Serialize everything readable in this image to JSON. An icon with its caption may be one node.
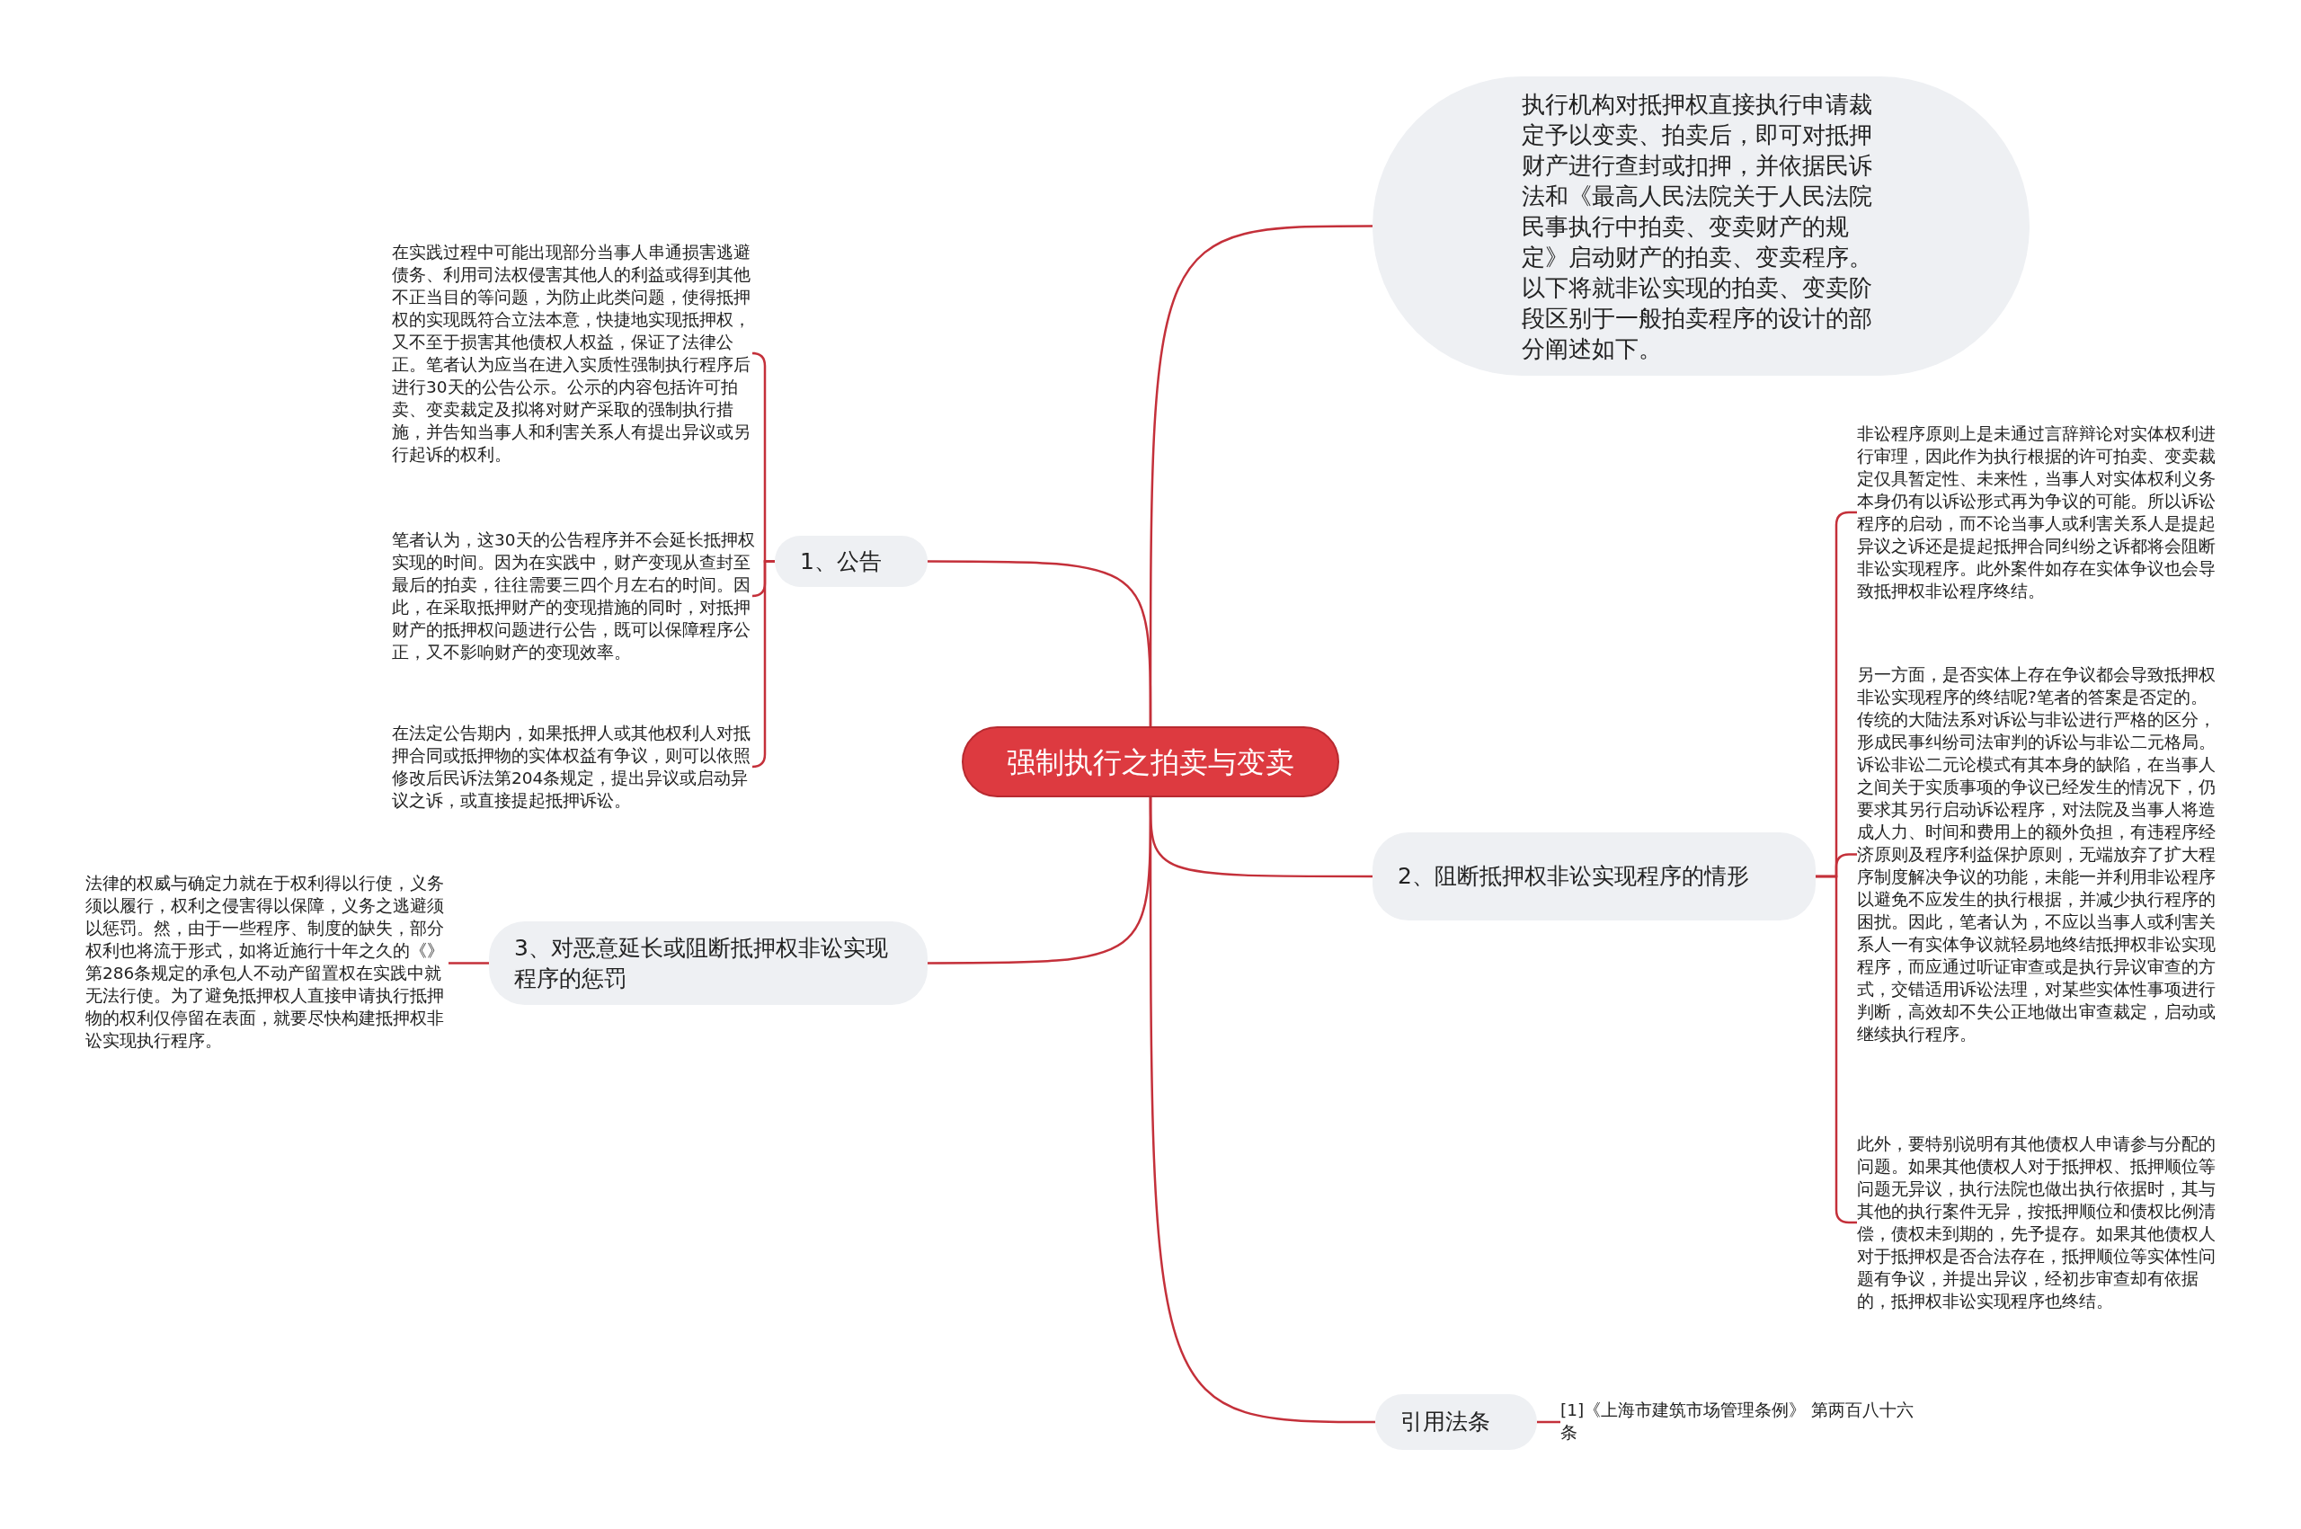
{
  "diagram": {
    "nodes": [
      {
        "text": [
          "强制执行之拍卖与变卖"
        ]
      },
      {
        "text": [
          "执行机构对抵押权直接执行申请裁定予以变卖、拍卖后，即可对抵押财产进行查封或扣押，并依据民诉法和《最高人民法院关于人民法院民事执行中拍卖、变卖财产的规定》启动财产的拍卖、变卖程序。以下将就非讼实现的拍卖、变卖阶段区别于一般拍卖程序的设计的部分阐述如下。"
        ]
      },
      {
        "text": [
          "1、公告"
        ]
      },
      {
        "text": [
          "在实践过程中可能出现部分当事人串通损害逃避债务、利用司法权侵害其他人的利益或得到其他不正当目的等问题，为防止此类问题，使得抵押权的实现既符合立法本意，快捷地实现抵押权，又不至于损害其他债权人权益，保证了法律公正。笔者认为应当在进入实质性强制执行程序后进行30天的公告公示。公示的内容包括许可拍卖、变卖裁定及拟将对财产采取的强制执行措施，并告知当事人和利害关系人有提出异议或另行起诉的权利。"
        ]
      },
      {
        "text": [
          "笔者认为，这30天的公告程序并不会延长抵押权实现的时间。因为在实践中，财产变现从查封至最后的拍卖，往往需要三四个月左右的时间。因此，在采取抵押财产的变现措施的同时，对抵押财产的抵押权问题进行公告，既可以保障程序公正，又不影响财产的变现效率。"
        ]
      },
      {
        "text": [
          "在法定公告期内，如果抵押人或其他权利人对抵押合同或抵押物的实体权益有争议，则可以依照修改后民诉法第204条规定，提出异议或启动异议之诉，或直接提起抵押诉讼。"
        ]
      },
      {
        "text": [
          "3、对恶意延长或阻断抵押权非讼实现程序的惩罚"
        ]
      },
      {
        "text": [
          "法律的权威与确定力就在于权利得以行使，义务须以履行，权利之侵害得以保障，义务之逃避须以惩罚。然，由于一些程序、制度的缺失，部分权利也将流于形式，如将近施行十年之久的《》第286条规定的承包人不动产留置权在实践中就无法行使。为了避免抵押权人直接申请执行抵押物的权利仅停留在表面，就要尽快构建抵押权非讼实现执行程序。"
        ]
      },
      {
        "text": [
          "2、阻断抵押权非讼实现程序的情形"
        ]
      },
      {
        "text": [
          "非讼程序原则上是未通过言辞辩论对实体权利进行审理，因此作为执行根据的许可拍卖、变卖裁定仅具暂定性、未来性，当事人对实体权利义务本身仍有以诉讼形式再为争议的可能。所以诉讼程序的启动，而不论当事人或利害关系人是提起异议之诉还是提起抵押合同纠纷之诉都将会阻断非讼实现程序。此外案件如存在实体争议也会导致抵押权非讼程序终结。"
        ]
      },
      {
        "text": [
          "另一方面，是否实体上存在争议都会导致抵押权非讼实现程序的终结呢?笔者的答案是否定的。传统的大陆法系对诉讼与非讼进行严格的区分，形成民事纠纷司法审判的诉讼与非讼二元格局。诉讼非讼二元论模式有其本身的缺陷，在当事人之间关于实质事项的争议已经发生的情况下，仍要求其另行启动诉讼程序，对法院及当事人将造成人力、时间和费用上的额外负担，有违程序经济原则及程序利益保护原则，无端放弃了扩大程序制度解决争议的功能，未能一并利用非讼程序以避免不应发生的执行根据，并减少执行程序的困扰。因此，笔者认为，不应以当事人或利害关系人一有实体争议就轻易地终结抵押权非讼实现程序，而应通过听证审查或是执行异议审查的方式，交错适用诉讼法理，对某些实体性事项进行判断，高效却不失公正地做出审查裁定，启动或继续执行程序。"
        ]
      },
      {
        "text": [
          "此外，要特别说明有其他债权人申请参与分配的问题。如果其他债权人对于抵押权、抵押顺位等问题无异议，执行法院也做出执行依据时，其与其他的执行案件无异，按抵押顺位和债权比例清偿，债权未到期的，先予提存。如果其他债权人对于抵押权是否合法存在，抵押顺位等实体性问题有争议，并提出异议，经初步审查却有依据的，抵押权非讼实现程序也终结。"
        ]
      },
      {
        "text": [
          "引用法条"
        ]
      },
      {
        "text": [
          "[1]《上海市建筑市场管理条例》 第两百八十六条"
        ]
      }
    ],
    "edges": [
      {
        "from": 0,
        "to": 1,
        "arrow": "none"
      },
      {
        "from": 0,
        "to": 2,
        "arrow": "none"
      },
      {
        "from": 2,
        "to": 3,
        "arrow": "none"
      },
      {
        "from": 2,
        "to": 4,
        "arrow": "none"
      },
      {
        "from": 2,
        "to": 5,
        "arrow": "none"
      },
      {
        "from": 0,
        "to": 6,
        "arrow": "none"
      },
      {
        "from": 6,
        "to": 7,
        "arrow": "none"
      },
      {
        "from": 0,
        "to": 8,
        "arrow": "none"
      },
      {
        "from": 8,
        "to": 9,
        "arrow": "none"
      },
      {
        "from": 8,
        "to": 10,
        "arrow": "none"
      },
      {
        "from": 8,
        "to": 11,
        "arrow": "none"
      },
      {
        "from": 0,
        "to": 12,
        "arrow": "none"
      },
      {
        "from": 12,
        "to": 13,
        "arrow": "none"
      }
    ]
  }
}
